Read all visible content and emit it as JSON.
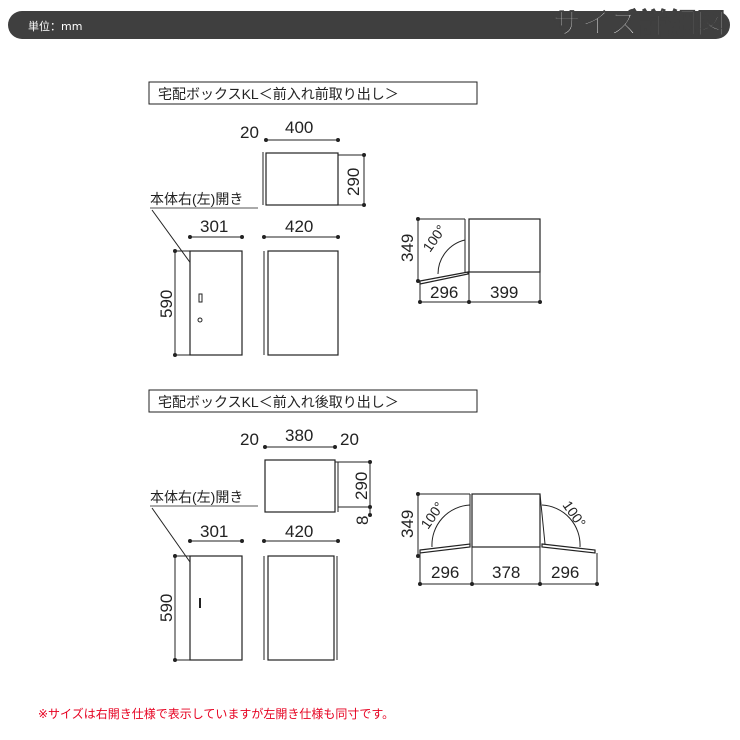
{
  "header": {
    "unit": "単位：mm",
    "title": "サイズ詳細図"
  },
  "section1": {
    "title": "宅配ボックスKL＜前入れ前取り出し＞",
    "opening": "本体右(左)開き",
    "top_view": {
      "side": "20",
      "width": "400",
      "depth": "290"
    },
    "front": {
      "width": "301",
      "height": "590"
    },
    "side": {
      "width": "420"
    },
    "plan": {
      "depth": "349",
      "angle": "100°",
      "door": "296",
      "body": "399"
    }
  },
  "section2": {
    "title": "宅配ボックスKL＜前入れ後取り出し＞",
    "opening": "本体右(左)開き",
    "top_view": {
      "side_left": "20",
      "width": "380",
      "side_right": "20",
      "depth": "290",
      "gap": "8"
    },
    "front": {
      "width": "301",
      "height": "590"
    },
    "side": {
      "width": "420"
    },
    "plan": {
      "depth": "349",
      "angle_left": "100°",
      "angle_right": "100°",
      "door_left": "296",
      "body": "378",
      "door_right": "296"
    }
  },
  "note": "※サイズは右開き仕様で表示していますが左開き仕様も同寸です。"
}
